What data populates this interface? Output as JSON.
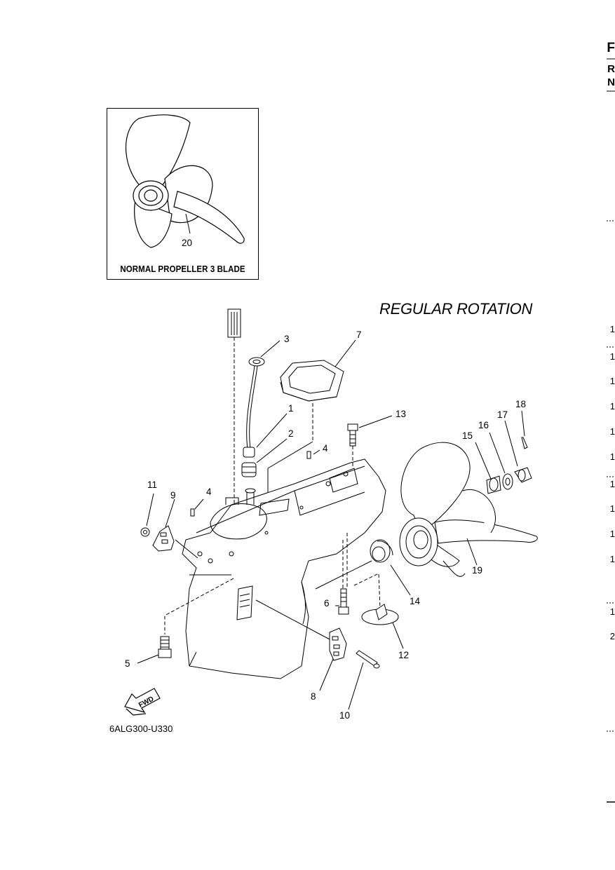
{
  "page": {
    "title": "REGULAR ROTATION",
    "diagram_code": "6ALG300-U330",
    "edge_letters": [
      "F",
      "R",
      "N"
    ],
    "edge_digits": [
      "1",
      "1",
      "1",
      "1",
      "1",
      "1",
      "1",
      "1",
      "1",
      "1",
      "1",
      "2"
    ]
  },
  "inset": {
    "caption": "NORMAL PROPELLER 3 BLADE",
    "part_label": "20"
  },
  "callouts": {
    "c1": "1",
    "c2": "2",
    "c3": "3",
    "c4a": "4",
    "c4b": "4",
    "c5": "5",
    "c6": "6",
    "c7": "7",
    "c8": "8",
    "c9": "9",
    "c10": "10",
    "c11": "11",
    "c12": "12",
    "c13": "13",
    "c14": "14",
    "c15": "15",
    "c16": "16",
    "c17": "17",
    "c18": "18",
    "c19": "19"
  },
  "fwd_arrow": {
    "label": "FWD",
    "icon": "fwd-arrow-icon"
  }
}
